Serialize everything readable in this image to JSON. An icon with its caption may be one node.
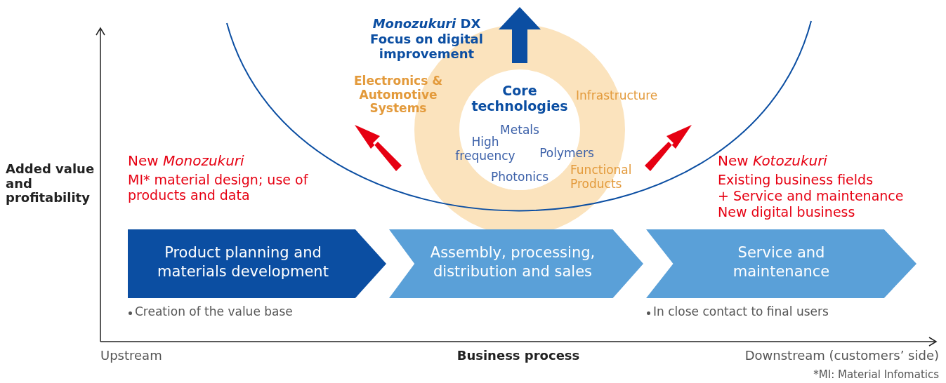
{
  "diagram": {
    "nodes": [
      {
        "text": [
          "Infrastructure",
          "Functional Products"
        ]
      },
      {
        "text": [
          "Core technologies",
          "Metals",
          "High frequency",
          "Polymers",
          "Photonics"
        ],
        "in": 0
      },
      {
        "text": [
          "Product planning and materials development"
        ],
        "beside": [
          "Creation of the value base"
        ]
      },
      {
        "text": [
          "Assembly, processing, distribution and sales"
        ]
      },
      {
        "text": [
          "Service and maintenance"
        ],
        "beside": [
          "In close contact to final users"
        ]
      }
    ],
    "labels": [
      "*Monozukuri* DX",
      "Focus on digital improvement",
      "Electronics & Automotive Systems",
      "New *Monozukuri*",
      "MI* material design; use of products and data",
      "New *Kotozukuri*",
      "Existing business fields",
      "+ Service and maintenance",
      "New digital business",
      "Added value and profitability",
      "Upstream",
      "Business process",
      "Downstream (customers’ side)",
      "*MI: Material Infomatics"
    ]
  }
}
